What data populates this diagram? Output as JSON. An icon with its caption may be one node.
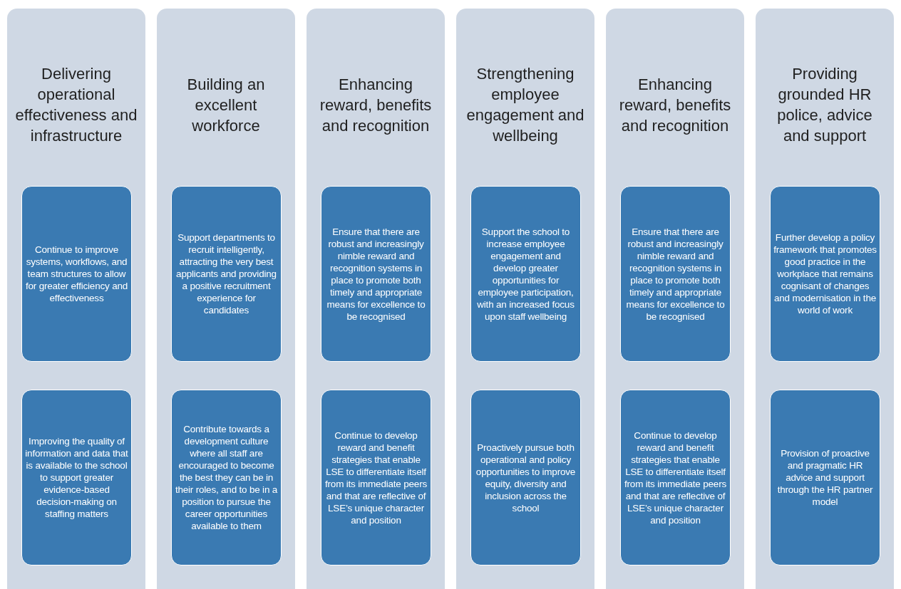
{
  "diagram": {
    "nodes": [
      {
        "text": [
          "Delivering operational effectiveness and infrastructure"
        ]
      },
      {
        "text": [
          "Continue to improve systems, workflows, and team structures to allow for greater efficiency and effectiveness"
        ],
        "in": 0
      },
      {
        "text": [
          "Improving the quality of information and data that is available to the school to support greater evidence-based decision-making on staffing matters"
        ],
        "in": 0
      },
      {
        "text": [
          "Building an excellent workforce"
        ]
      },
      {
        "text": [
          "Support departments to recruit intelligently, attracting the very best applicants and providing a positive recruitment experience for candidates"
        ],
        "in": 3
      },
      {
        "text": [
          "Contribute towards a development culture where all staff are encouraged to become the best they can be in their roles, and to be in a position to pursue the career opportunities available to them"
        ],
        "in": 3
      },
      {
        "text": [
          "Enhancing reward, benefits and recognition"
        ]
      },
      {
        "text": [
          "Ensure that there are robust and increasingly nimble reward and recognition systems in place to promote both timely and appropriate means for excellence to be recognised"
        ],
        "in": 6
      },
      {
        "text": [
          "Continue to develop reward and benefit strategies that enable LSE to differentiate itself from its immediate peers and that are reflective of LSE’s unique character and position"
        ],
        "in": 6
      },
      {
        "text": [
          "Strengthening employee engagement and wellbeing"
        ]
      },
      {
        "text": [
          "Support the school to increase employee engagement and develop greater opportunities for employee participation, with an increased focus upon staff wellbeing"
        ],
        "in": 9
      },
      {
        "text": [
          "Proactively pursue both operational and policy opportunities to improve equity, diversity and inclusion across the school"
        ],
        "in": 9
      },
      {
        "text": [
          "Enhancing reward, benefits and recognition"
        ]
      },
      {
        "text": [
          "Ensure that there are robust and increasingly nimble reward and recognition systems in place to promote both timely and appropriate means for excellence to be recognised"
        ],
        "in": 12
      },
      {
        "text": [
          "Continue to develop reward and benefit strategies that enable LSE to differentiate itself from its immediate peers and that are reflective of LSE’s unique character and position"
        ],
        "in": 12
      },
      {
        "text": [
          "Providing grounded HR police, advice and support"
        ]
      },
      {
        "text": [
          "Further develop a policy framework that promotes good practice in the workplace that remains cognisant of changes and modernisation in the world of work"
        ],
        "in": 15
      },
      {
        "text": [
          "Provision of proactive and pragmatic HR advice and support through the HR partner model"
        ],
        "in": 15
      }
    ]
  }
}
